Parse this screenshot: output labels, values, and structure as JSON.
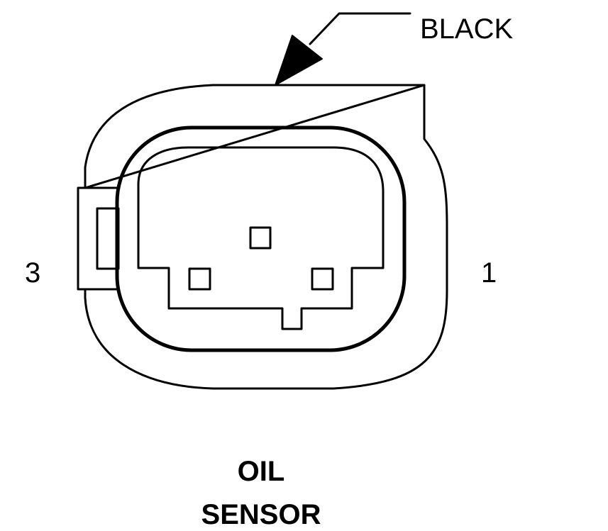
{
  "callout": {
    "wire_color": "BLACK"
  },
  "pins": {
    "left": "3",
    "right": "1"
  },
  "title": {
    "line1": "OIL",
    "line2": "SENSOR"
  }
}
